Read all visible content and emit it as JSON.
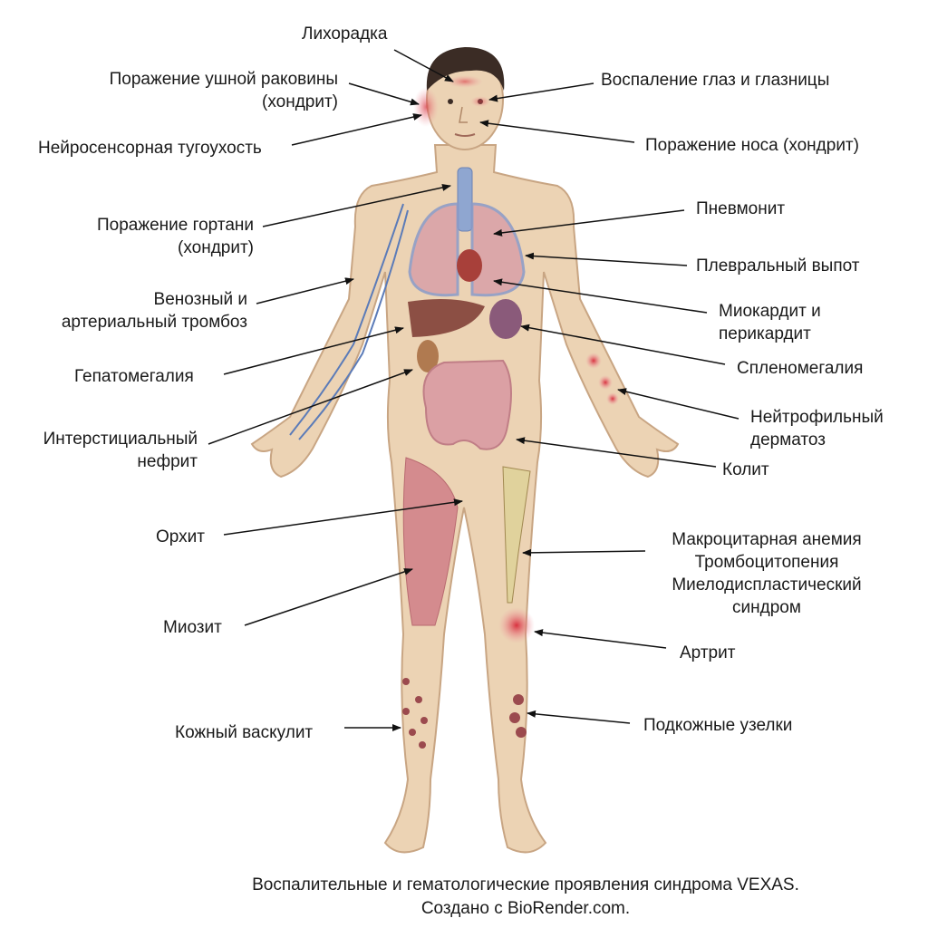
{
  "labels": {
    "fever": "Лихорадка",
    "ear": [
      "Поражение ушной раковины",
      "(хондрит)"
    ],
    "hearing": "Нейросенсорная тугоухость",
    "eyes": "Воспаление глаз и глазницы",
    "nose": "Поражение носа (хондрит)",
    "larynx": [
      "Поражение гортани",
      "(хондрит)"
    ],
    "thrombosis": [
      "Венозный и",
      "артериальный тромбоз"
    ],
    "hepatomegaly": "Гепатомегалия",
    "nephritis": [
      "Интерстициальный",
      "нефрит"
    ],
    "pneumonitis": "Пневмонит",
    "effusion": "Плевральный выпот",
    "myocarditis": [
      "Миокардит и",
      "перикардит"
    ],
    "splenomegaly": "Спленомегалия",
    "dermatosis": [
      "Нейтрофильный",
      "дерматоз"
    ],
    "colitis": "Колит",
    "hematologic": [
      "Макроцитарная анемия",
      "Тромбоцитопения",
      "Миелодиспластический",
      "синдром"
    ],
    "arthritis": "Артрит",
    "nodules": "Подкожные узелки",
    "orchitis": "Орхит",
    "myositis": "Миозит",
    "vasculitis": "Кожный васкулит"
  },
  "caption": [
    "Воспалительные и гематологические проявления синдрома VEXAS.",
    "Создано с BioRender.com."
  ],
  "colors": {
    "skin": "#ecd3b4",
    "outline": "#c8a583",
    "hair": "#3b2c25",
    "lesion": "#c9444a"
  }
}
